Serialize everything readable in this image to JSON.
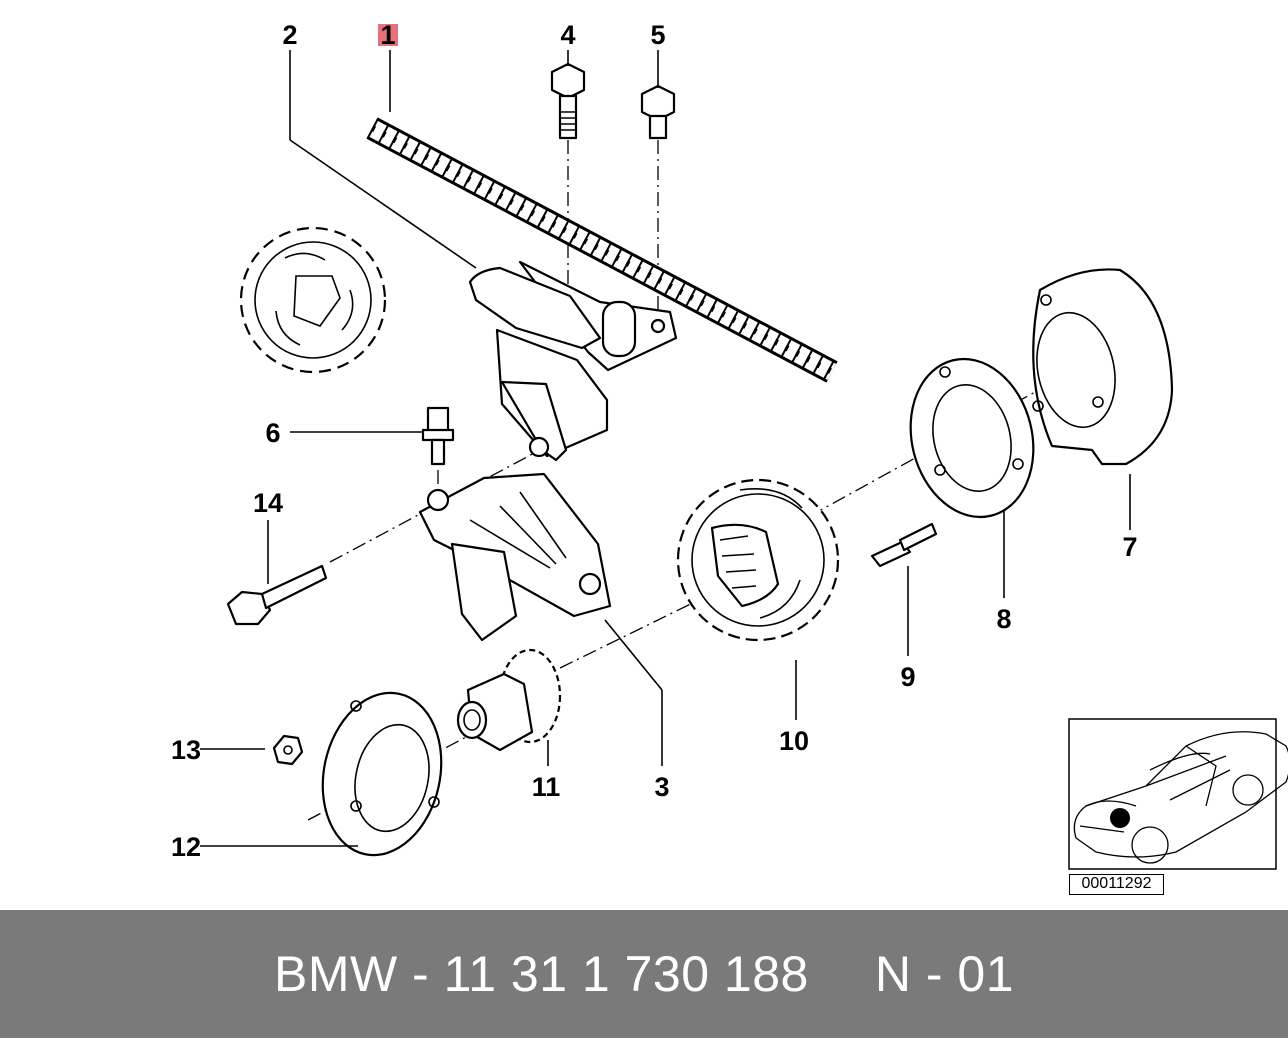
{
  "diagram": {
    "callouts": [
      "1",
      "2",
      "3",
      "4",
      "5",
      "6",
      "7",
      "8",
      "9",
      "10",
      "11",
      "12",
      "13",
      "14"
    ],
    "highlighted_callout": "1",
    "highlight_color": "#e8707a",
    "reference_number": "00011292"
  },
  "footer": {
    "part_label": "BMW - 11 31 1 730 188",
    "page_label": "N - 01",
    "background": "#7a7a7a"
  }
}
